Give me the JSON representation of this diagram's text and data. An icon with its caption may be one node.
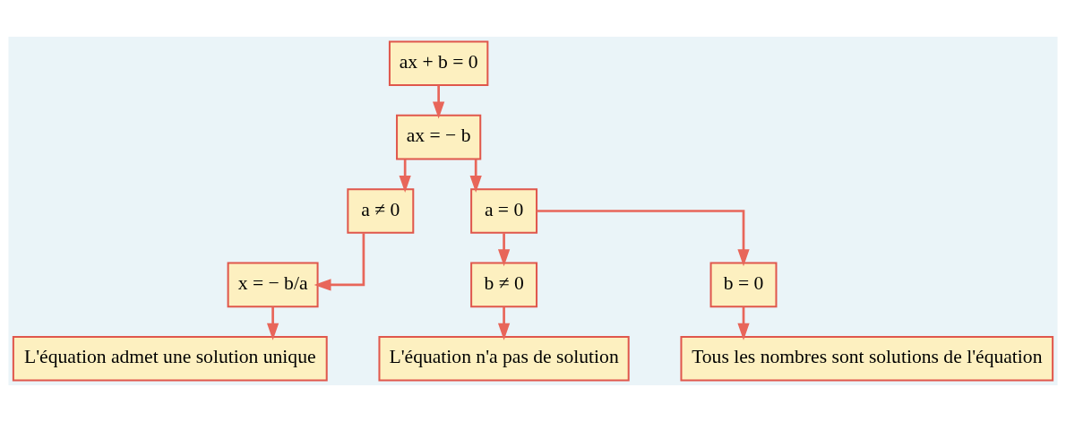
{
  "diagram": {
    "nodes": [
      {
        "text": [
          "ax + b = 0"
        ]
      },
      {
        "text": [
          "ax = − b"
        ]
      },
      {
        "text": [
          "a ≠ 0"
        ]
      },
      {
        "text": [
          "a = 0"
        ]
      },
      {
        "text": [
          "x = − b/a"
        ]
      },
      {
        "text": [
          "b ≠ 0"
        ]
      },
      {
        "text": [
          "b = 0"
        ]
      },
      {
        "text": [
          "L'équation admet une solution unique"
        ]
      },
      {
        "text": [
          "L'équation n'a pas de solution"
        ]
      },
      {
        "text": [
          "Tous les nombres sont solutions de l'équation"
        ]
      }
    ],
    "edges": [
      {
        "from": 0,
        "to": 1,
        "arrow": "to"
      },
      {
        "from": 1,
        "to": 2,
        "arrow": "to"
      },
      {
        "from": 1,
        "to": 3,
        "arrow": "to"
      },
      {
        "from": 2,
        "to": 4,
        "arrow": "to"
      },
      {
        "from": 3,
        "to": 5,
        "arrow": "to"
      },
      {
        "from": 3,
        "to": 6,
        "arrow": "to"
      },
      {
        "from": 4,
        "to": 7,
        "arrow": "to"
      },
      {
        "from": 5,
        "to": 8,
        "arrow": "to"
      },
      {
        "from": 6,
        "to": 9,
        "arrow": "to"
      }
    ]
  }
}
